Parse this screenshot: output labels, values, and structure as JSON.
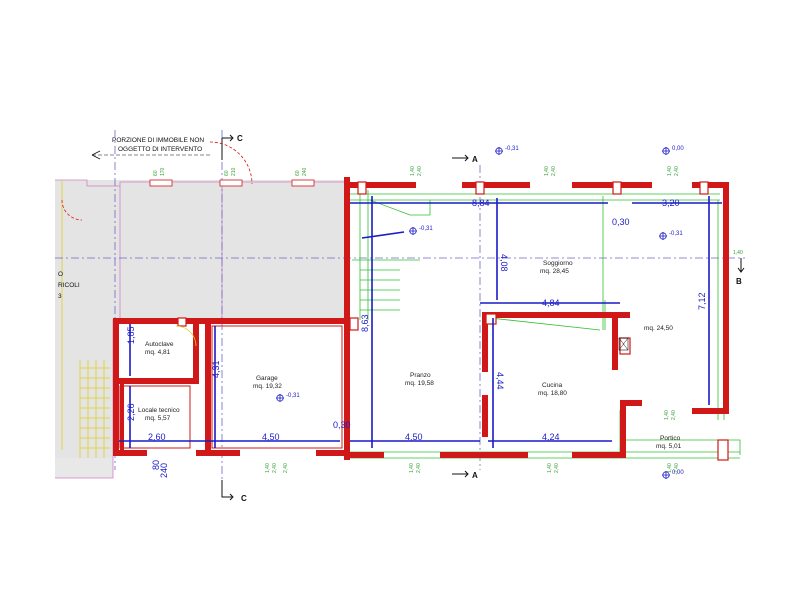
{
  "note": {
    "line1": "PORZIONE DI IMMOBILE NON",
    "line2": "OGGETTO DI INTERVENTO"
  },
  "rooms": {
    "autoclave": {
      "name": "Autoclave",
      "area": "mq. 4,81"
    },
    "locale_tecnico": {
      "name": "Locale tecnico",
      "area": "mq. 5,57"
    },
    "garage": {
      "name": "Garage",
      "area": "mq. 19,32"
    },
    "pranzo": {
      "name": "Pranzo",
      "area": "mq. 19,58"
    },
    "cucina": {
      "name": "Cucina",
      "area": "mq. 18,80"
    },
    "soggiorno": {
      "name": "Soggiorno",
      "area": "mq. 28,45"
    },
    "room_2450": {
      "area": "mq. 24,50"
    },
    "portico": {
      "name": "Portico",
      "area": "mq. 5,01"
    },
    "left_partial": {
      "line1": "O",
      "line2": "RICOLI",
      "line3": "3"
    }
  },
  "dimensions": {
    "d_884": "8,84",
    "d_030_top": "0,30",
    "d_320": "3,20",
    "d_408": "4,08",
    "d_484": "4,84",
    "d_712": "7,12",
    "d_863": "8,63",
    "d_444": "4,44",
    "d_431": "4,31",
    "d_185": "1,85",
    "d_226": "2,26",
    "d_260": "2,60",
    "d_450_garage": "4,50",
    "d_030_bottom": "0,30",
    "d_450_pranzo": "4,50",
    "d_424": "4,24",
    "d_80": "80",
    "d_240": "240",
    "d_140_right": "1,40"
  },
  "levels": {
    "lvl_top_mid": "-0,31",
    "lvl_top_right": "0,00",
    "lvl_stair": "-0,31",
    "lvl_soggiorno": "-0,31",
    "lvl_garage": "-0,31",
    "lvl_portico": "0,00"
  },
  "sections": {
    "c_top": "C",
    "c_bottom": "C",
    "a_top": "A",
    "a_bottom": "A",
    "b_right": "B"
  },
  "window_labels": {
    "w1": "60",
    "w2": "170",
    "w3": "60",
    "w4": "210",
    "w5": "60",
    "w6": "240",
    "w7": "1,40",
    "w8": "2,40",
    "w9": "1,40",
    "w10": "2,40",
    "w11": "1,40",
    "w12": "2,40",
    "w13": "1,40",
    "w14": "2,40",
    "w15": "2,40",
    "w16": "1,40",
    "w17": "2,40",
    "w18": "1,40",
    "w19": "2,40",
    "w20": "1,40",
    "w21": "2,40",
    "w22": "1,40",
    "w23": "2,40"
  },
  "colors": {
    "wall": "#d01818",
    "dimension": "#1a1ac8",
    "window": "#30c030",
    "existing": "#d080c0"
  }
}
